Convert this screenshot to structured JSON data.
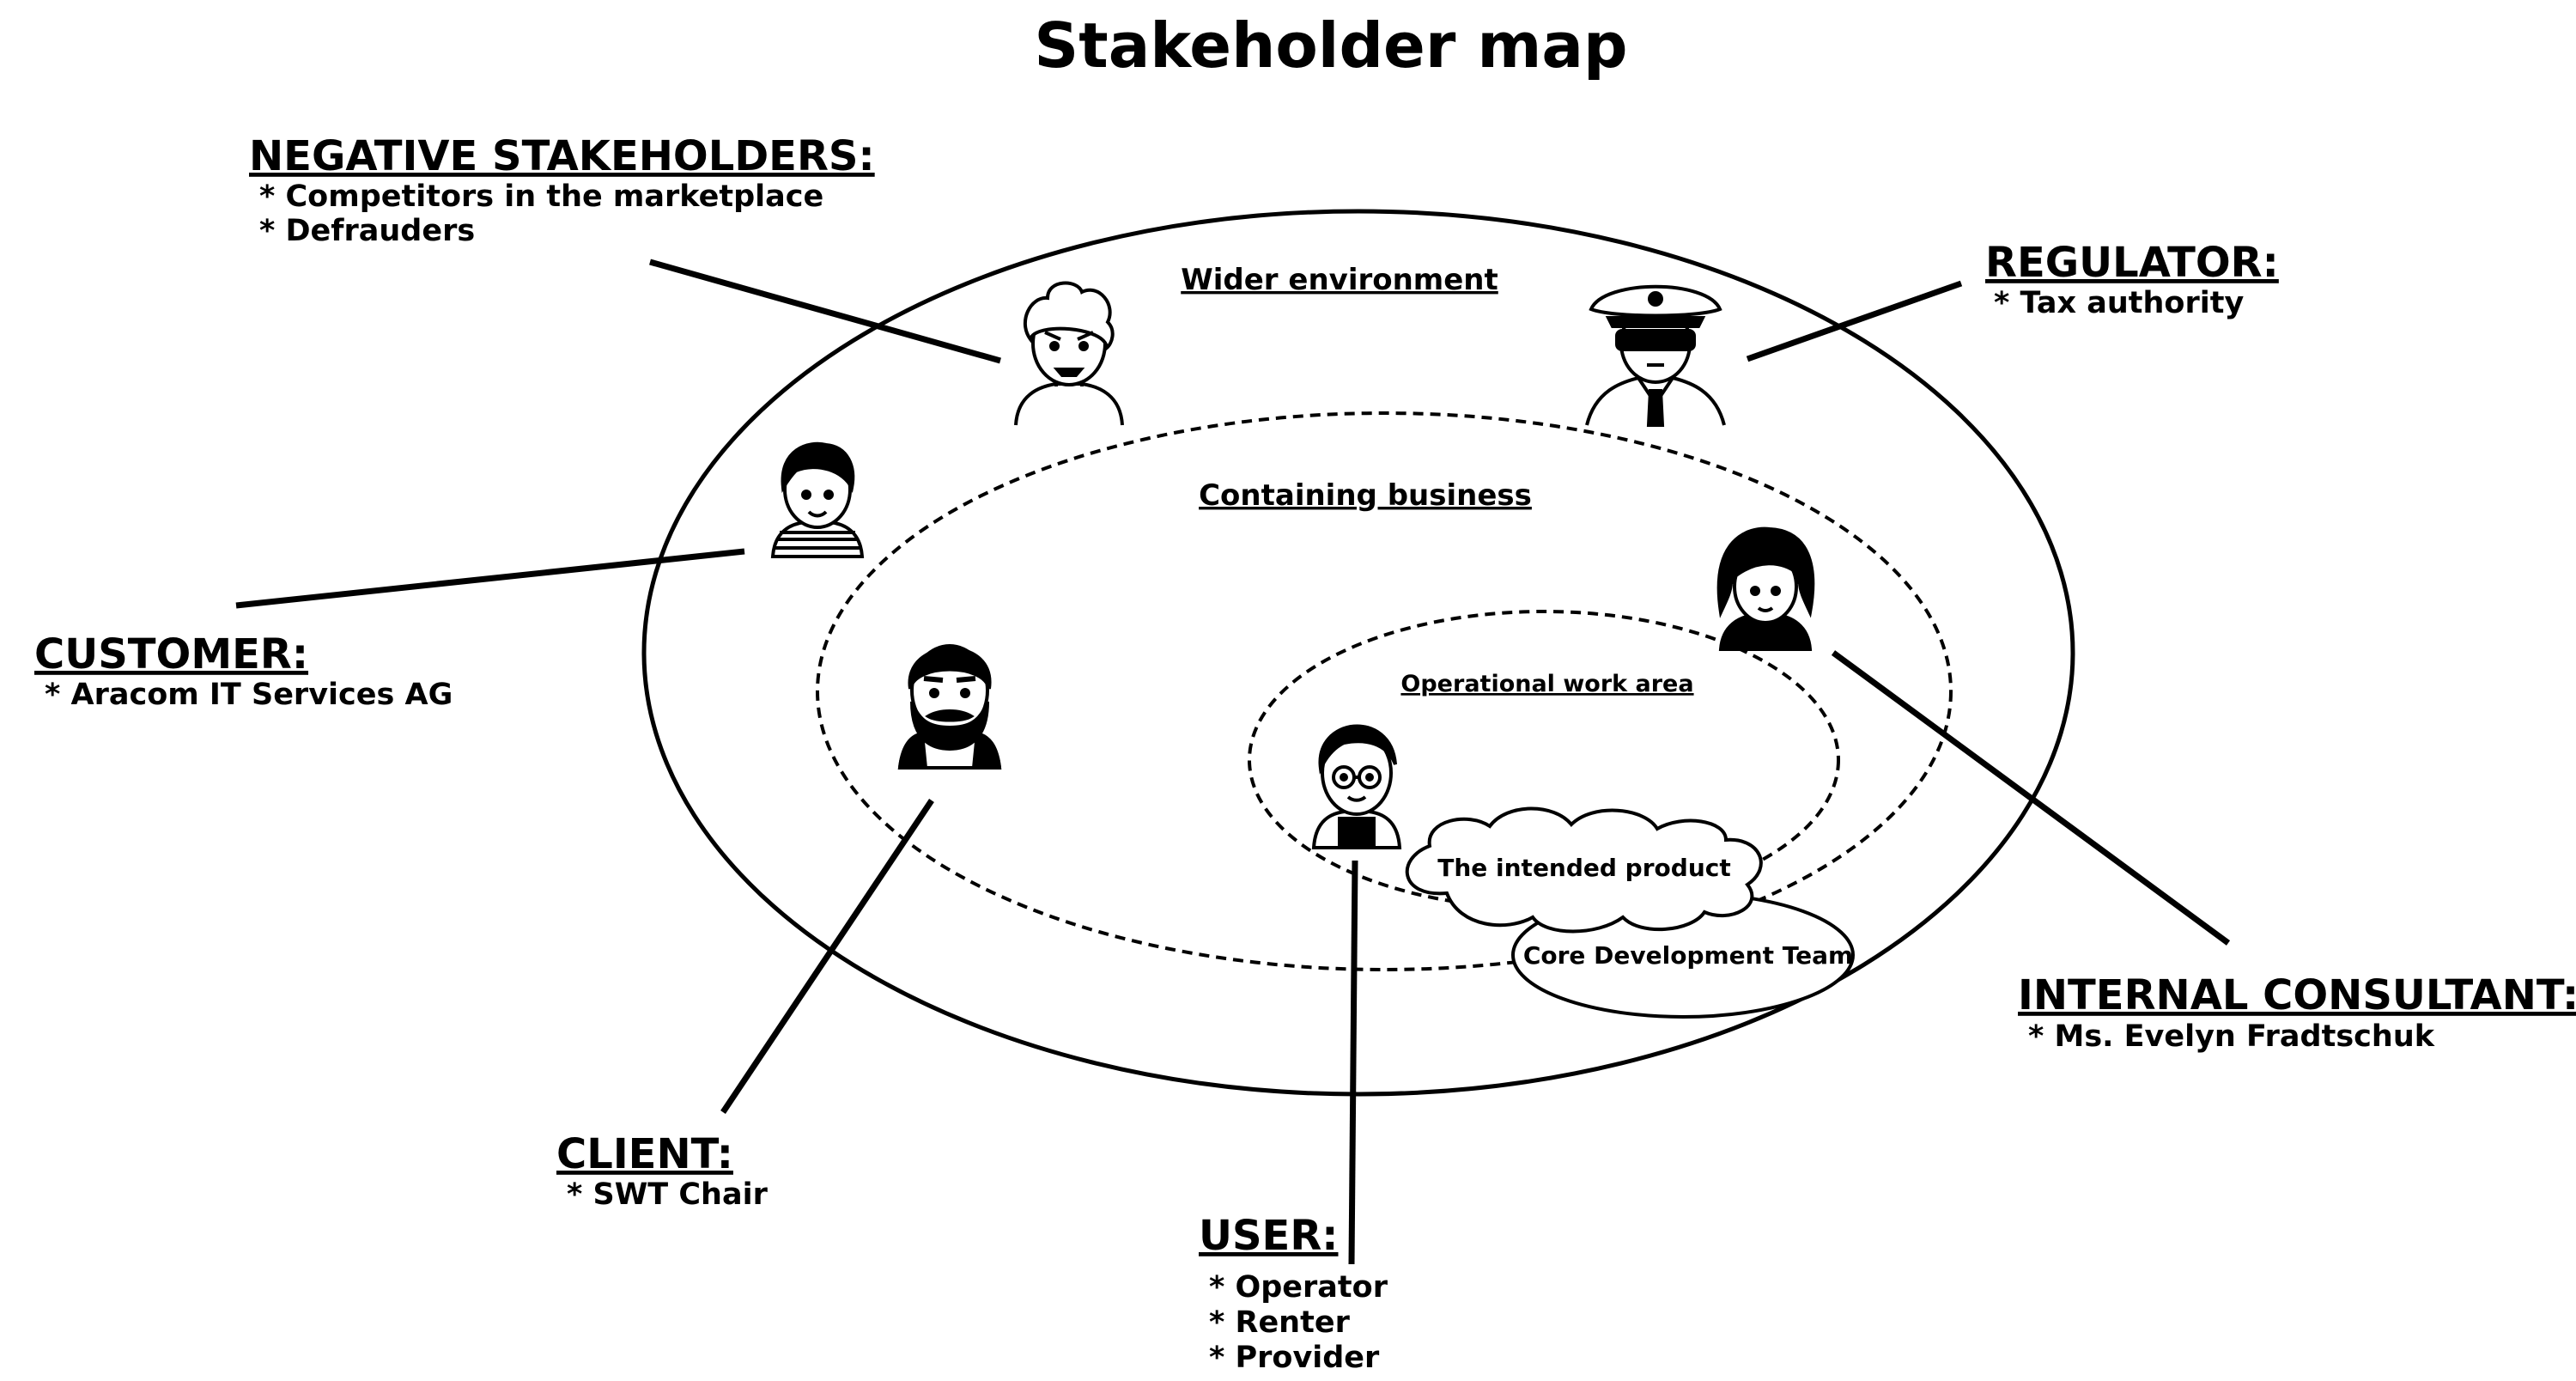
{
  "title": "Stakeholder map",
  "zones": {
    "wider": "Wider environment",
    "containing": "Containing business",
    "operational": "Operational work area"
  },
  "shapes": {
    "product": "The intended product",
    "team": "Core Development Team"
  },
  "stakeholders": {
    "negative": {
      "heading": "NEGATIVE STAKEHOLDERS:",
      "items": [
        "* Competitors in the marketplace",
        "* Defrauders"
      ]
    },
    "regulator": {
      "heading": "REGULATOR:",
      "items": [
        "* Tax authority"
      ]
    },
    "customer": {
      "heading": "CUSTOMER:",
      "items": [
        "* Aracom IT Services AG"
      ]
    },
    "internal_consultant": {
      "heading": "INTERNAL CONSULTANT:",
      "items": [
        "* Ms. Evelyn Fradtschuk"
      ]
    },
    "client": {
      "heading": "CLIENT:",
      "items": [
        "* SWT Chair"
      ]
    },
    "user": {
      "heading": "USER:",
      "items": [
        "* Operator",
        "* Renter",
        "* Provider"
      ]
    }
  },
  "icons": [
    "angry-person-icon",
    "police-officer-icon",
    "young-man-icon",
    "woman-icon",
    "bearded-man-icon",
    "glasses-boy-icon"
  ]
}
